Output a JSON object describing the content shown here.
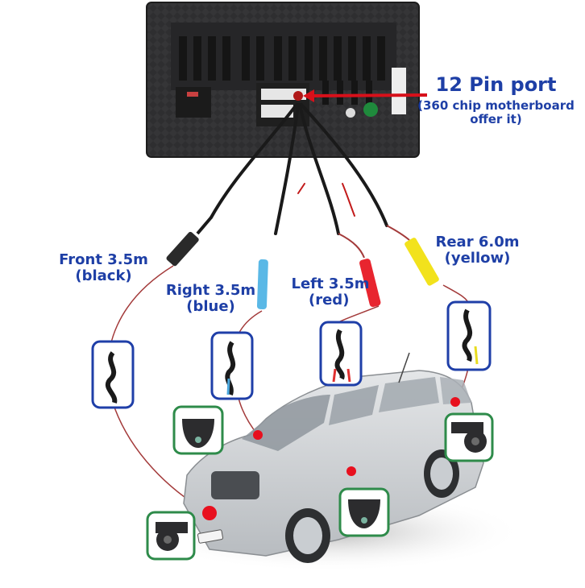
{
  "port": {
    "title": "12 Pin port",
    "subtitle_line1": "(360 chip motherboard",
    "subtitle_line2": "offer it)"
  },
  "cameras": [
    {
      "id": "front",
      "name_length": "Front 3.5m",
      "color_label": "(black)",
      "connector_color": "#2a2a2a"
    },
    {
      "id": "right",
      "name_length": "Right 3.5m",
      "color_label": "(blue)",
      "connector_color": "#5ab8e6"
    },
    {
      "id": "left",
      "name_length": "Left 3.5m",
      "color_label": "(red)",
      "connector_color": "#e8252f"
    },
    {
      "id": "rear",
      "name_length": "Rear 6.0m",
      "color_label": "(yellow)",
      "connector_color": "#f2e21c"
    }
  ],
  "colors": {
    "label_text": "#1e3fa6",
    "cable_box_border": "#1f3fa8",
    "camera_box_border": "#2e8b4a",
    "mount_point": "#e8101e",
    "arrow": "#d8101a",
    "wire": "#a33a3a",
    "head_unit": "#2f2f31"
  }
}
